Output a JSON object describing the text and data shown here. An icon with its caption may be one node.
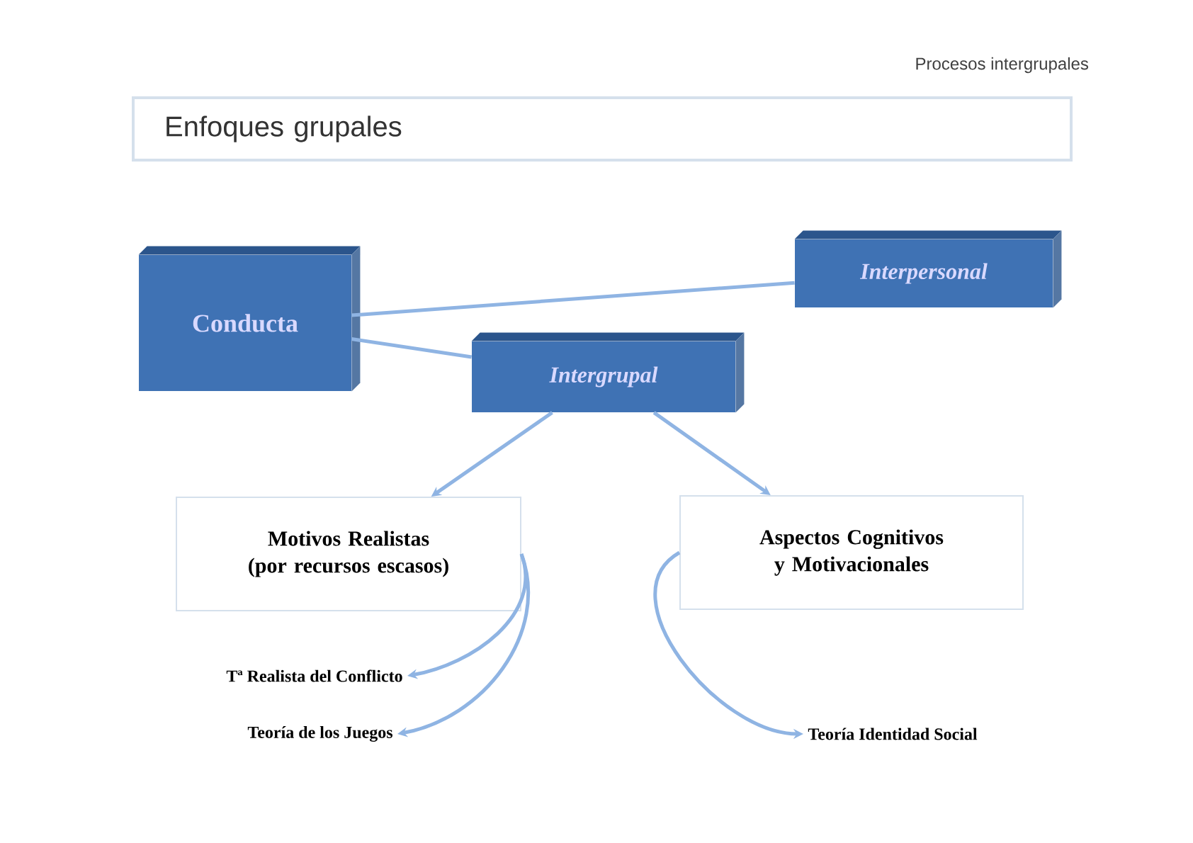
{
  "diagram": {
    "title": "Enfoques grupales",
    "nodes": [
      {
        "text": [
          "Conducta"
        ]
      },
      {
        "text": [
          "Interpersonal"
        ]
      },
      {
        "text": [
          "Intergrupal"
        ]
      },
      {
        "text": [
          "Motivos Realistas (por recursos escasos)"
        ]
      },
      {
        "text": [
          "Aspectos Cognitivos y Motivacionales"
        ]
      },
      {
        "text": [
          "Tª Realista del Conflicto"
        ]
      },
      {
        "text": [
          "Teoría de los Juegos"
        ]
      },
      {
        "text": [
          "Teoría Identidad Social"
        ]
      }
    ],
    "edges": [
      {
        "from": 0,
        "to": 1,
        "arrow": "none"
      },
      {
        "from": 0,
        "to": 2,
        "arrow": "none"
      },
      {
        "from": 2,
        "to": 3,
        "arrow": "to"
      },
      {
        "from": 2,
        "to": 4,
        "arrow": "to"
      },
      {
        "from": 3,
        "to": 5,
        "arrow": "to"
      },
      {
        "from": 3,
        "to": 6,
        "arrow": "to"
      },
      {
        "from": 4,
        "to": 7,
        "arrow": "to"
      }
    ],
    "labels": [
      "Procesos intergrupales"
    ]
  }
}
